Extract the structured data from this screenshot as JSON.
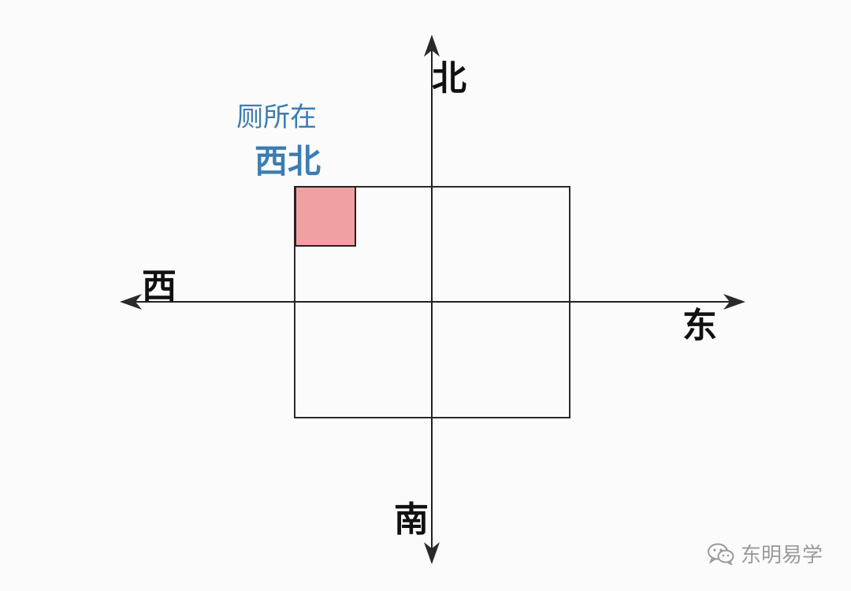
{
  "directions": {
    "north": "北",
    "south": "南",
    "east": "东",
    "west": "西"
  },
  "annotation": {
    "line1": "厕所在",
    "line2": "西北"
  },
  "watermark": {
    "icon": "wechat-icon",
    "text": "东明易学"
  },
  "colors": {
    "annotation": "#3b7db3",
    "highlight_fill": "#f0a0a2",
    "line": "#222222"
  }
}
